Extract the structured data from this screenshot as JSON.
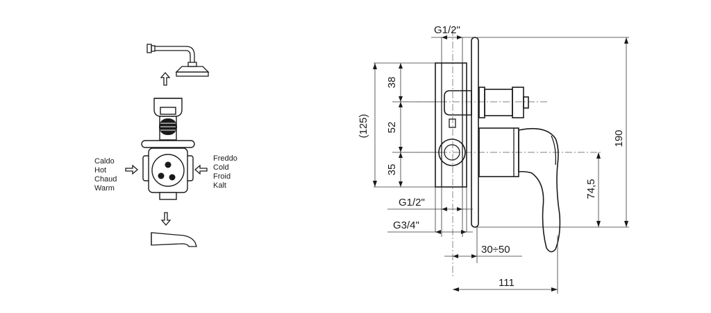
{
  "inlet_left": {
    "lines": [
      "Caldo",
      "Hot",
      "Chaud",
      "Warm"
    ]
  },
  "inlet_right": {
    "lines": [
      "Freddo",
      "Cold",
      "Froid",
      "Kalt"
    ]
  },
  "dimensions": {
    "top_thread": "G1/2\"",
    "h_38": "38",
    "h_52": "52",
    "h_35": "35",
    "h_total_paren": "(125)",
    "height_190": "190",
    "height_745": "74,5",
    "bottom_thread_1": "G1/2\"",
    "bottom_thread_2": "G3/4\"",
    "depth_range": "30÷50",
    "length_111": "111"
  }
}
